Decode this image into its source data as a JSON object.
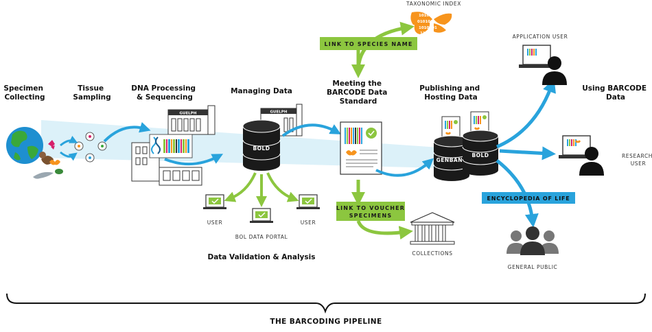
{
  "stages": {
    "specimen_collecting": [
      "Specimen",
      "Collecting"
    ],
    "tissue_sampling": [
      "Tissue",
      "Sampling"
    ],
    "dna_processing": [
      "DNA Processing",
      "& Sequencing"
    ],
    "managing_data": "Managing Data",
    "meeting_standard": [
      "Meeting the",
      "BARCODE Data",
      "Standard"
    ],
    "publishing_hosting": [
      "Publishing and",
      "Hosting Data"
    ],
    "using_barcode": [
      "Using BARCODE",
      "Data"
    ],
    "data_validation": "Data Validation & Analysis"
  },
  "labels": {
    "taxonomic_index": "TAXONOMIC INDEX",
    "application_user": "APPLICATION USER",
    "research_user": [
      "RESEARCH",
      "USER"
    ],
    "general_public": "GENERAL PUBLIC",
    "collections": "COLLECTIONS",
    "user_left": "USER",
    "user_right": "USER",
    "bol_data_portal": "BOL DATA PORTAL",
    "guelph_1": "GUELPH",
    "guelph_2": "GUELPH",
    "bold_main": "BOLD",
    "bold_pub": "BOLD",
    "genbank": "GENBANK"
  },
  "pills": {
    "link_species": "LINK TO SPECIES NAME",
    "link_voucher": [
      "LINK TO VOUCHER",
      "SPECIMENS"
    ],
    "eol": "ENCYCLOPEDIA OF LIFE"
  },
  "binary_text": [
    "1010",
    "010101",
    "1010101",
    "11010"
  ],
  "footer": "THE BARCODING PIPELINE",
  "colors": {
    "blue_arrow": "#29a3dc",
    "green_arrow": "#8cc63f",
    "pill_green": "#8cc63f",
    "pill_blue": "#29a3dc",
    "dark": "#1a1a1a",
    "butterfly_orange": "#f7941d",
    "beam": "#d6eef8"
  }
}
